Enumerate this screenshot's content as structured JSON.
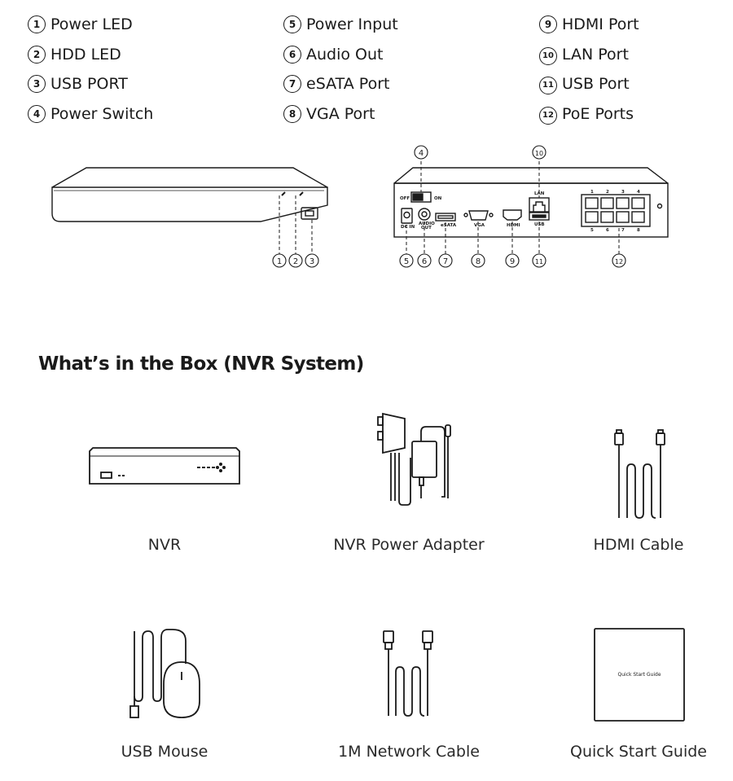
{
  "legend": {
    "col1": [
      {
        "num": "1",
        "label": "Power LED"
      },
      {
        "num": "2",
        "label": "HDD LED"
      },
      {
        "num": "3",
        "label": "USB PORT"
      },
      {
        "num": "4",
        "label": "Power Switch"
      }
    ],
    "col2": [
      {
        "num": "5",
        "label": "Power Input"
      },
      {
        "num": "6",
        "label": "Audio Out"
      },
      {
        "num": "7",
        "label": "eSATA Port"
      },
      {
        "num": "8",
        "label": "VGA Port"
      }
    ],
    "col3": [
      {
        "num": "9",
        "label": "HDMI Port"
      },
      {
        "num": "10",
        "label": "LAN Port"
      },
      {
        "num": "11",
        "label": "USB Port"
      },
      {
        "num": "12",
        "label": "PoE Ports"
      }
    ]
  },
  "rear_panel": {
    "off": "OFF",
    "on": "ON",
    "dc_in": "DC IN",
    "audio_out_1": "AUDIO",
    "audio_out_2": "OUT",
    "esata": "eSATA",
    "vga": "VGA",
    "hdmi": "HDMI",
    "lan": "LAN",
    "usb": "USB",
    "poe_top": [
      "1",
      "2",
      "3",
      "4"
    ],
    "poe_bottom": [
      "5",
      "6",
      "7",
      "8"
    ]
  },
  "callouts": {
    "front": [
      "1",
      "2",
      "3"
    ],
    "top": [
      "4",
      "10"
    ],
    "rear": [
      "5",
      "6",
      "7",
      "8",
      "9",
      "11",
      "12"
    ]
  },
  "box": {
    "title": "What’s in the Box (NVR System)",
    "items": [
      {
        "label": "NVR"
      },
      {
        "label": "NVR Power Adapter"
      },
      {
        "label": "HDMI Cable"
      },
      {
        "label": "USB Mouse"
      },
      {
        "label": "1M Network Cable"
      },
      {
        "label": "Quick Start Guide"
      }
    ],
    "guide_cover_text": "Quick Start Guide"
  },
  "colors": {
    "ink": "#1a1a1a",
    "background": "#ffffff"
  }
}
